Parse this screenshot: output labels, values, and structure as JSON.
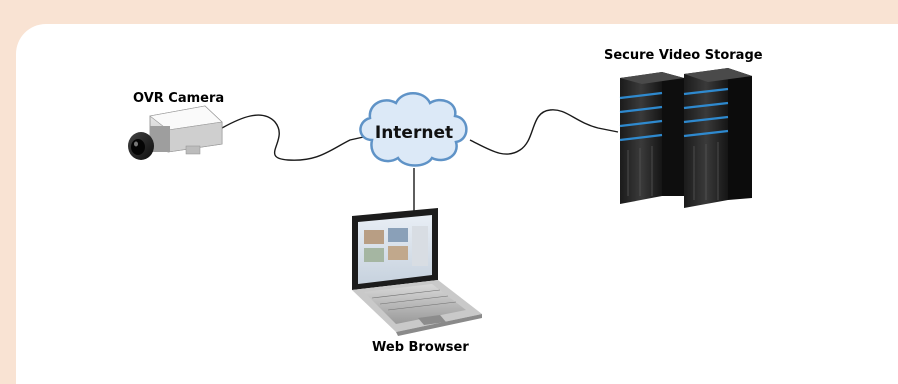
{
  "diagram": {
    "nodes": {
      "camera": "OVR Camera",
      "internet": "Internet",
      "storage": "Secure Video Storage",
      "browser": "Web Browser"
    },
    "edges": [
      {
        "from": "camera",
        "to": "internet"
      },
      {
        "from": "internet",
        "to": "storage"
      },
      {
        "from": "internet",
        "to": "browser"
      }
    ]
  },
  "colors": {
    "background": "#f9e3d3",
    "panel": "#ffffff",
    "cloud_fill": "#dce9f7",
    "cloud_stroke": "#5f93c7",
    "server_light": "#2f8fd8"
  },
  "icons": [
    "camera-icon",
    "cloud-icon",
    "server-rack-icon",
    "laptop-icon"
  ]
}
